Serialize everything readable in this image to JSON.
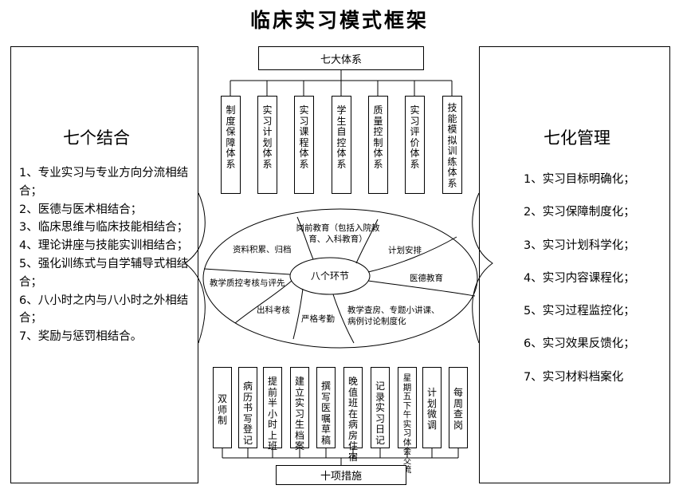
{
  "title": "临床实习模式框架",
  "left": {
    "heading": "七个结合",
    "items": [
      "1、专业实习与专业方向分流相结合；",
      "2、医德与医术相结合；",
      "3、临床思维与临床技能相结合；",
      "4、理论讲座与技能实训相结合；",
      "5、强化训练式与自学辅导式相结合；",
      "6、八小时之内与八小时之外相结合；",
      "7、奖励与惩罚相结合。"
    ]
  },
  "right": {
    "heading": "七化管理",
    "items": [
      "1、实习目标明确化；",
      "2、实习保障制度化；",
      "3、实习计划科学化；",
      "4、实习内容课程化；",
      "5、实习过程监控化；",
      "6、实习效果反馈化；",
      "7、实习材料档案化"
    ]
  },
  "systems": {
    "label": "七大体系",
    "items": [
      "制度保障体系",
      "实习计划体系",
      "实习课程体系",
      "学生自控体系",
      "质量控制体系",
      "实习评价体系",
      "技能模拟训练体系"
    ]
  },
  "center": {
    "label": "八个环节",
    "segments": {
      "s1": "岗前教育（包括入院教育、入科教育）",
      "s2": "计划安排",
      "s3": "医德教育",
      "s4": "教学查房、专题小讲课、病例讨论制度化",
      "s5": "严格考勤",
      "s6": "出科考核",
      "s7": "教学质控考核与评先",
      "s8": "资料积累、归档"
    }
  },
  "measures": {
    "label": "十项措施",
    "items": [
      "双师制",
      "病历书写登记",
      "提前半小时上班",
      "建立实习生档案",
      "撰写医嘱草稿",
      "晚值班在病房住宿",
      "记录实习日记",
      "星期五下午实习体会交流",
      "计划微调",
      "每周查岗"
    ]
  }
}
